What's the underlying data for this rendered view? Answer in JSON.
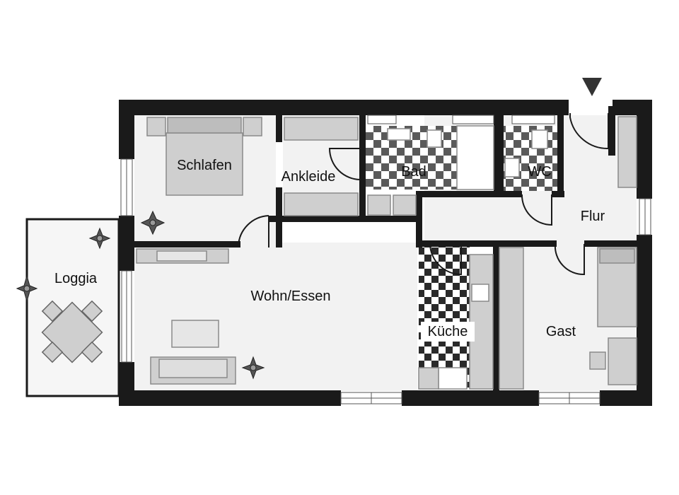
{
  "rooms": {
    "schlafen": "Schlafen",
    "ankleide": "Ankleide",
    "bad": "Bad",
    "wc": "WC",
    "flur": "Flur",
    "loggia": "Loggia",
    "wohn_essen": "Wohn/Essen",
    "kueche": "Küche",
    "gast": "Gast"
  },
  "icons": {
    "entrance": "entrance-arrow-icon",
    "plant": "plant-icon"
  },
  "colors": {
    "wall": "#1a1a1a",
    "floor": "#f2f2f2",
    "tile_dark": "#2a2a2a",
    "tile_light": "#ffffff",
    "furniture": "#cfcfcf",
    "furniture_edge": "#8a8a8a"
  }
}
